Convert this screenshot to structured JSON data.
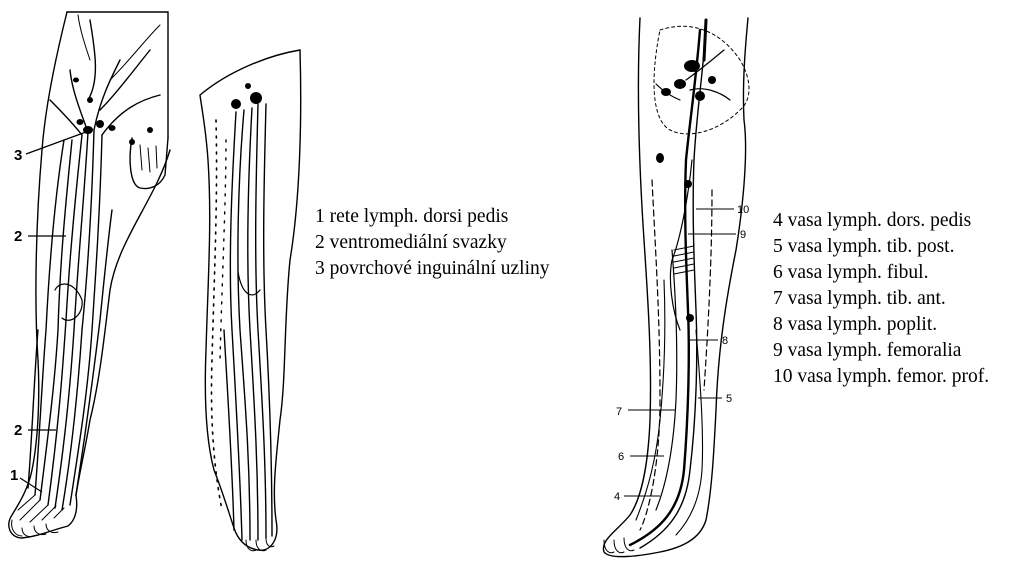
{
  "left_figure": {
    "callouts": [
      "3",
      "2",
      "2",
      "1"
    ]
  },
  "right_figure": {
    "callouts": [
      "10",
      "9",
      "8",
      "5",
      "7",
      "6",
      "4"
    ]
  },
  "legend_left": [
    "1 rete lymph. dorsi pedis",
    "2 ventromediální svazky",
    "3 povrchové inguinální uzliny"
  ],
  "legend_right": [
    "4 vasa lymph. dors. pedis",
    "5 vasa lymph. tib. post.",
    "6 vasa lymph. fibul.",
    "7 vasa lymph. tib. ant.",
    "8 vasa lymph. poplit.",
    "9 vasa lymph. femoralia",
    "10 vasa lymph. femor. prof."
  ]
}
